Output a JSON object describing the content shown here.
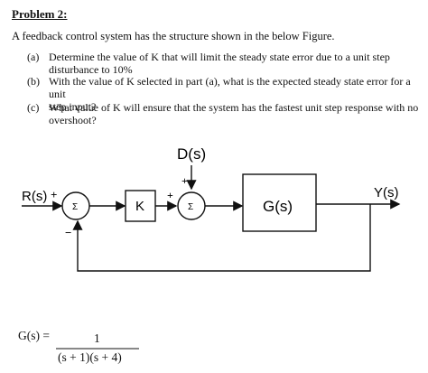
{
  "problem": {
    "title": "Problem 2:",
    "intro": "A feedback control system has the structure shown in the below Figure.",
    "questions": [
      {
        "label": "(a)",
        "line1": "Determine the value of K that will limit the steady state error due to a unit step",
        "line2": "disturbance to 10%"
      },
      {
        "label": "(b)",
        "line1": "With the value of K selected in part (a), what is the expected steady state error for a unit",
        "line2": "step input?"
      },
      {
        "label": "(c)",
        "line1": "What value of K will ensure that the system has the fastest unit step response with no",
        "line2": "overshoot?"
      }
    ]
  },
  "diagram": {
    "disturbance": "D(s)",
    "input": "R(s)",
    "output": "Y(s)",
    "sum_symbol": "Σ",
    "controller": "K",
    "plant": "G(s)",
    "plus": "+",
    "minus": "−"
  },
  "formula": {
    "lhs": "G(s) =",
    "numerator": "1",
    "denominator": "(s + 1)(s + 4)"
  }
}
